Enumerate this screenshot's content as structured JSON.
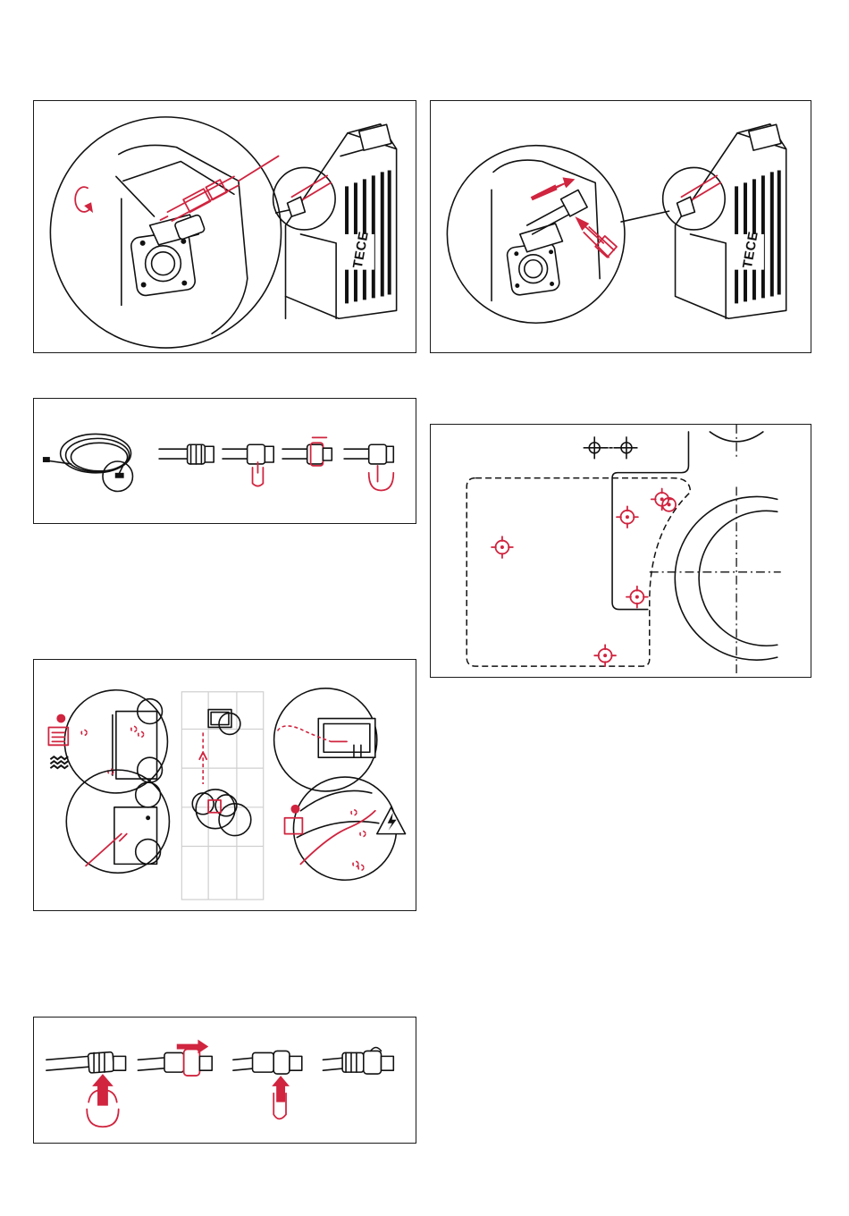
{
  "page": {
    "width": 950,
    "height": 1360
  },
  "brand": {
    "label": "TECE"
  },
  "colors": {
    "accent": "#d0243f",
    "line": "#111111",
    "grid": "#cfcfcf",
    "background": "#ffffff"
  },
  "panels": [
    {
      "id": "step-remove-cover",
      "icons": [
        "rotate-arrow-icon",
        "cistern-icon",
        "zoom-circle"
      ]
    },
    {
      "id": "step-connect-hose",
      "icons": [
        "push-arrow-icon",
        "hose-connector-icon",
        "cistern-icon"
      ]
    },
    {
      "id": "hose-kit-parts",
      "icons": [
        "hose-coil-icon",
        "connector-icon",
        "clip-icon"
      ]
    },
    {
      "id": "drilling-template",
      "icons": [
        "crosshair-icon"
      ]
    },
    {
      "id": "wall-installation",
      "icons": [
        "manual-icon",
        "warning-electric-icon",
        "tile-grid"
      ]
    },
    {
      "id": "clip-assembly",
      "icons": [
        "clip-icon",
        "slide-arrow-icon"
      ]
    }
  ]
}
